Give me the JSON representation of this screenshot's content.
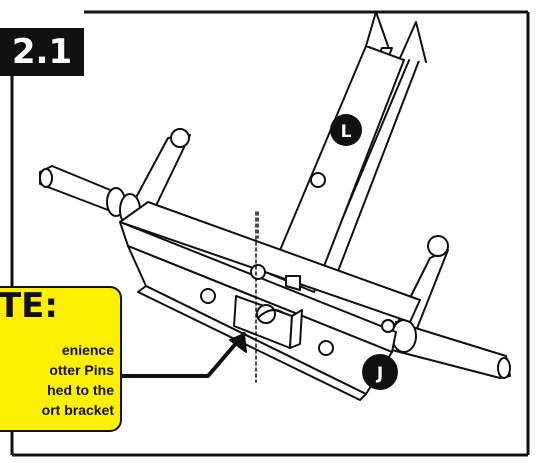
{
  "step": {
    "number": "2.1"
  },
  "note": {
    "title": "TE:",
    "lines": [
      "enience",
      "otter Pins",
      "hed to the",
      "ort bracket"
    ]
  },
  "labels": {
    "part_l": "L",
    "part_j": "J"
  },
  "icons": {
    "callout_arrow": "arrow-right-icon",
    "pin": "cotter-pin-icon"
  },
  "colors": {
    "accent": "#ffef00",
    "stroke": "#111111",
    "background": "#ffffff"
  }
}
